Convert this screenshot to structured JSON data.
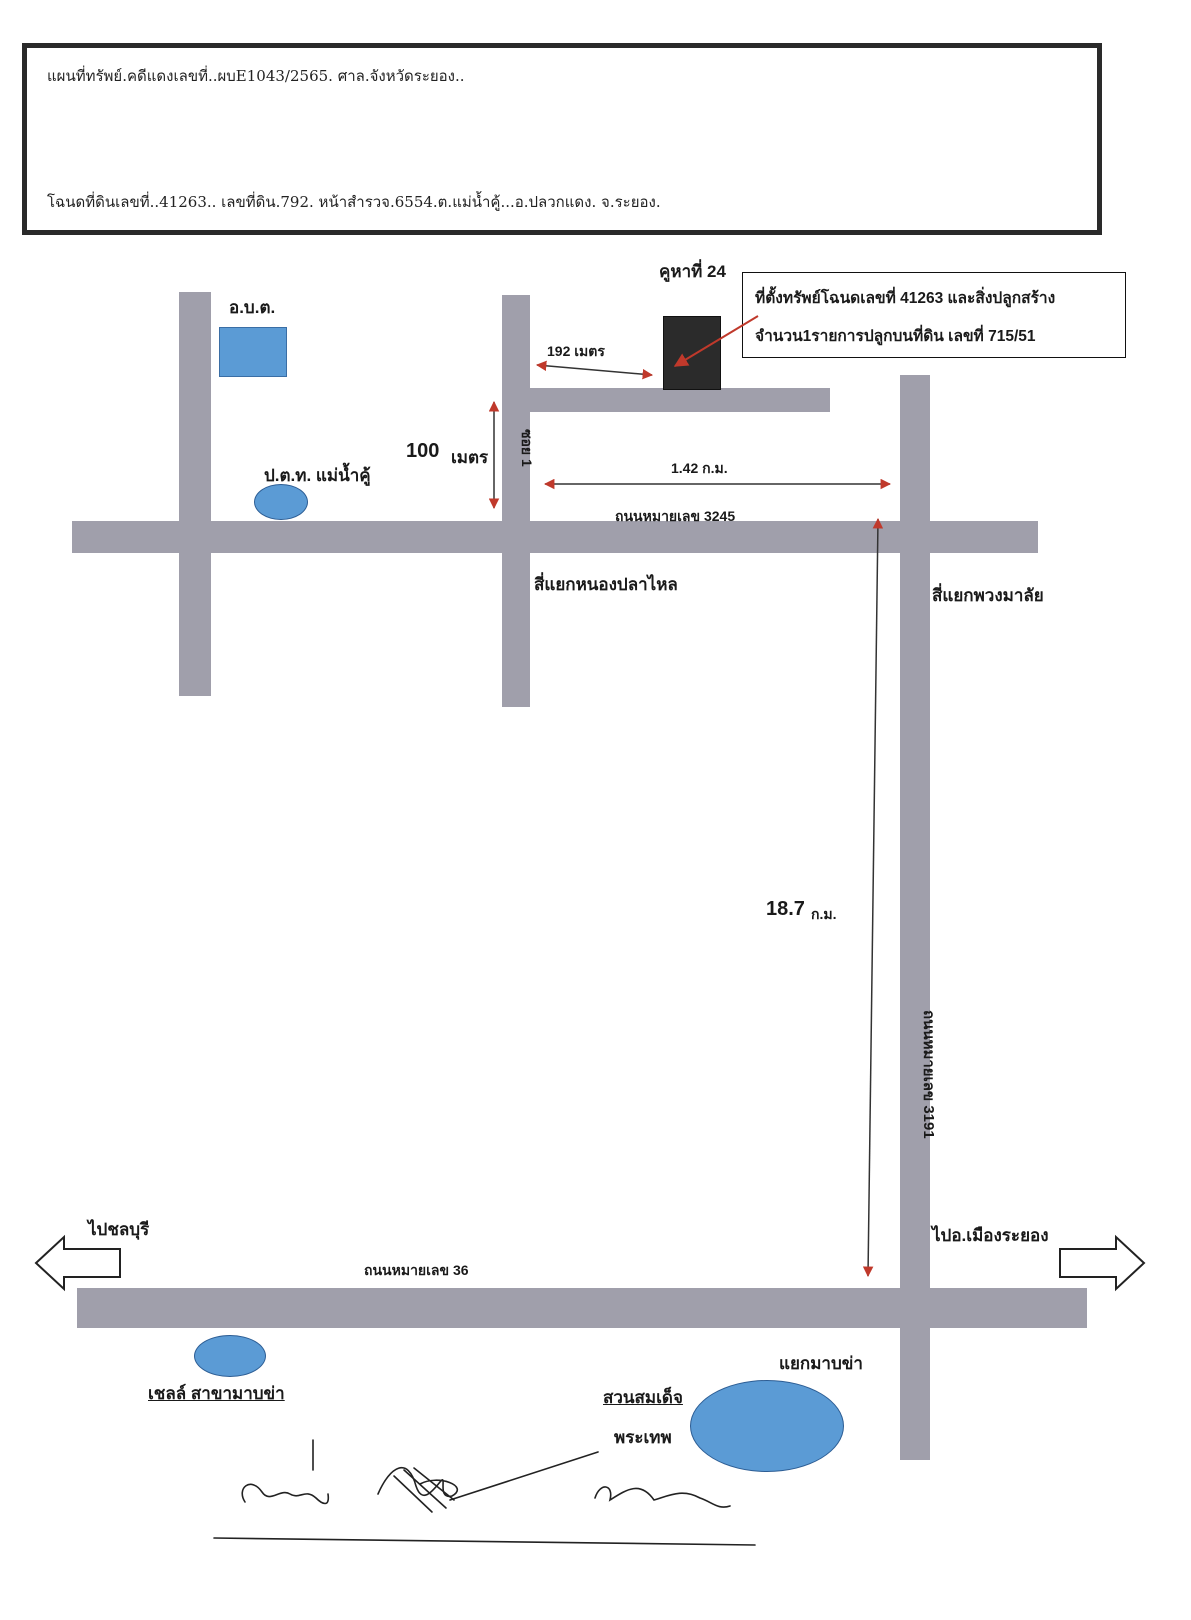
{
  "header": {
    "line1": "แผนที่ทรัพย์.คดีแดงเลขที่..ผบE1043/2565. ศาล.จังหวัดระยอง..",
    "line2": "โฉนดที่ดินเลขที่..41263.. เลขที่ดิน.792. หน้าสำรวจ.6554.ต.แม่น้ำคู้...อ.ปลวกแดง. จ.ระยอง."
  },
  "labels": {
    "obt": "อ.บ.ต.",
    "canal": "คูหาที่ 24",
    "dist_192": "192 เมตร",
    "dist_100_num": "100",
    "dist_100_unit": "เมตร",
    "soi": "ซอย 1",
    "dist_142": "1.42 ก.ม.",
    "police": "ป.ต.ท. แม่น้ำคู้",
    "road_3245": "ถนนหมายเลข 3245",
    "junction_nong_pla_lai": "สี่แยกหนองปลาไหล",
    "junction_puang_malai": "สี่แยกพวงมาลัย",
    "dist_187_num": "18.7",
    "dist_187_unit": "ก.ม.",
    "road_3191": "ถนนหมายเลข 3191",
    "to_chonburi": "ไปชลบุรี",
    "to_rayong": "ไปอ.เมืองระยอง",
    "road_36": "ถนนหมายเลข 36",
    "shell": "เชลล์ สาขามาบข่า",
    "map_kha_junction": "แยกมาบข่า",
    "park_line1": "สวนสมเด็จ",
    "park_line2": "พระเทพ"
  },
  "callout": {
    "line1": "ที่ตั้งทรัพย์โฉนดเลขที่ 41263 และสิ่งปลูกสร้าง",
    "line2": "จำนวน1รายการปลูกบนที่ดิน เลขที่ 715/51"
  },
  "colors": {
    "road": "#a09fab",
    "landmark": "#5b9bd5",
    "arrow": "#c0392b",
    "property": "#2b2b2b"
  }
}
